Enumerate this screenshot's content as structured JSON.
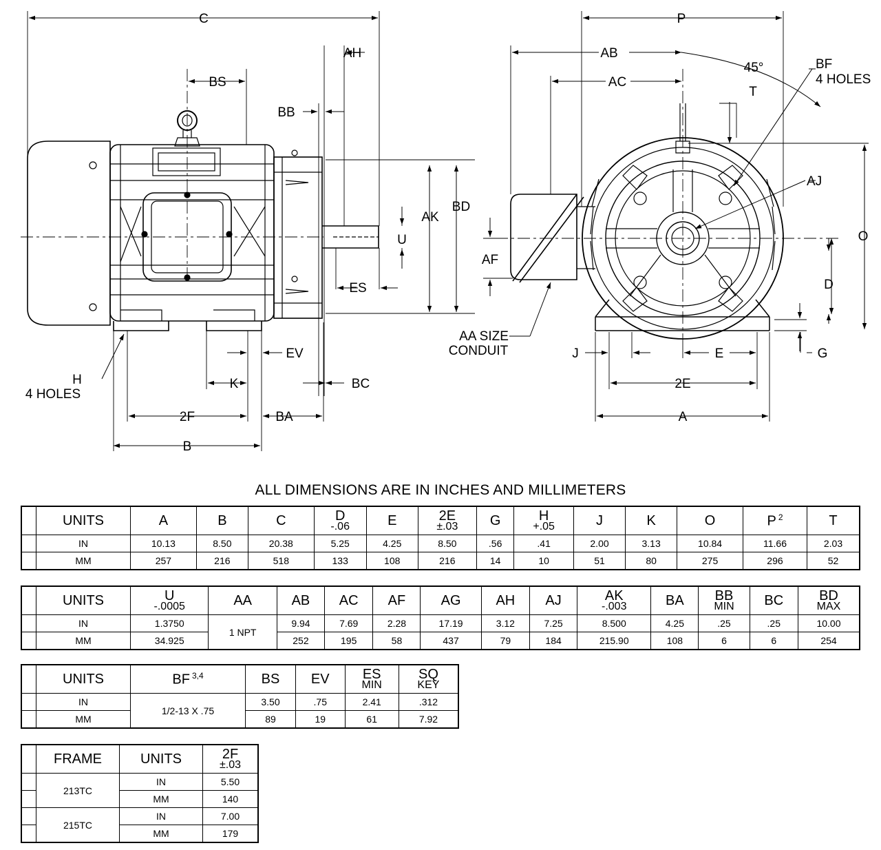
{
  "heading": "ALL DIMENSIONS ARE IN INCHES AND MILLIMETERS",
  "labels": {
    "C": "C",
    "AH": "AH",
    "BS": "BS",
    "BB": "BB",
    "BD": "BD",
    "AK": "AK",
    "U": "U",
    "ES": "ES",
    "EV": "EV",
    "K": "K",
    "BC": "BC",
    "F2": "2F",
    "BA": "BA",
    "B": "B",
    "H": "H",
    "H_holes": "4 HOLES",
    "P": "P",
    "AB": "AB",
    "AC": "AC",
    "T": "T",
    "deg45": "45°",
    "BF": "BF",
    "BF_holes": "4 HOLES",
    "AJ": "AJ",
    "O": "O",
    "AF": "AF",
    "D": "D",
    "AA_size": "AA SIZE",
    "conduit": "CONDUIT",
    "J": "J",
    "E": "E",
    "G": "G",
    "E2": "2E",
    "A": "A"
  },
  "table1": {
    "headers": [
      {
        "main": "UNITS",
        "sub": "",
        "sup": ""
      },
      {
        "main": "A",
        "sub": "",
        "sup": ""
      },
      {
        "main": "B",
        "sub": "",
        "sup": ""
      },
      {
        "main": "C",
        "sub": "",
        "sup": ""
      },
      {
        "main": "D",
        "sub": "-.06",
        "sup": ""
      },
      {
        "main": "E",
        "sub": "",
        "sup": ""
      },
      {
        "main": "2E",
        "sub": "±.03",
        "sup": ""
      },
      {
        "main": "G",
        "sub": "",
        "sup": ""
      },
      {
        "main": "H",
        "sub": "+.05",
        "sup": ""
      },
      {
        "main": "J",
        "sub": "",
        "sup": ""
      },
      {
        "main": "K",
        "sub": "",
        "sup": ""
      },
      {
        "main": "O",
        "sub": "",
        "sup": ""
      },
      {
        "main": "P",
        "sub": "",
        "sup": "2"
      },
      {
        "main": "T",
        "sub": "",
        "sup": ""
      }
    ],
    "rows": [
      [
        "IN",
        "10.13",
        "8.50",
        "20.38",
        "5.25",
        "4.25",
        "8.50",
        ".56",
        ".41",
        "2.00",
        "3.13",
        "10.84",
        "11.66",
        "2.03"
      ],
      [
        "MM",
        "257",
        "216",
        "518",
        "133",
        "108",
        "216",
        "14",
        "10",
        "51",
        "80",
        "275",
        "296",
        "52"
      ]
    ]
  },
  "table2": {
    "headers": [
      {
        "main": "UNITS",
        "sub": "",
        "sup": ""
      },
      {
        "main": "U",
        "sub": "-.0005",
        "sup": ""
      },
      {
        "main": "AA",
        "sub": "",
        "sup": ""
      },
      {
        "main": "AB",
        "sub": "",
        "sup": ""
      },
      {
        "main": "AC",
        "sub": "",
        "sup": ""
      },
      {
        "main": "AF",
        "sub": "",
        "sup": ""
      },
      {
        "main": "AG",
        "sub": "",
        "sup": ""
      },
      {
        "main": "AH",
        "sub": "",
        "sup": ""
      },
      {
        "main": "AJ",
        "sub": "",
        "sup": ""
      },
      {
        "main": "AK",
        "sub": "-.003",
        "sup": ""
      },
      {
        "main": "BA",
        "sub": "",
        "sup": ""
      },
      {
        "main": "BB",
        "sub": "MIN",
        "sup": ""
      },
      {
        "main": "BC",
        "sub": "",
        "sup": ""
      },
      {
        "main": "BD",
        "sub": "MAX",
        "sup": ""
      }
    ],
    "rows": [
      [
        "IN",
        "1.3750",
        "1 NPT",
        "9.94",
        "7.69",
        "2.28",
        "17.19",
        "3.12",
        "7.25",
        "8.500",
        "4.25",
        ".25",
        ".25",
        "10.00"
      ],
      [
        "MM",
        "34.925",
        "",
        "252",
        "195",
        "58",
        "437",
        "79",
        "184",
        "215.90",
        "108",
        "6",
        "6",
        "254"
      ]
    ]
  },
  "table3": {
    "headers": [
      {
        "main": "UNITS",
        "sub": "",
        "sup": ""
      },
      {
        "main": "BF",
        "sub": "",
        "sup": "3,4"
      },
      {
        "main": "BS",
        "sub": "",
        "sup": ""
      },
      {
        "main": "EV",
        "sub": "",
        "sup": ""
      },
      {
        "main": "ES",
        "sub": "MIN",
        "sup": ""
      },
      {
        "main": "SQ",
        "sub": "KEY",
        "sup": ""
      }
    ],
    "rows": [
      [
        "IN",
        "1/2-13 X .75",
        "3.50",
        ".75",
        "2.41",
        ".312"
      ],
      [
        "MM",
        "",
        "89",
        "19",
        "61",
        "7.92"
      ]
    ]
  },
  "table4": {
    "headers": [
      {
        "main": "FRAME",
        "sub": "",
        "sup": ""
      },
      {
        "main": "UNITS",
        "sub": "",
        "sup": ""
      },
      {
        "main": "2F",
        "sub": "±.03",
        "sup": ""
      }
    ],
    "rows": [
      {
        "frame": "213TC",
        "in": "5.50",
        "mm": "140"
      },
      {
        "frame": "215TC",
        "in": "7.00",
        "mm": "179"
      }
    ],
    "unit_in": "IN",
    "unit_mm": "MM"
  }
}
